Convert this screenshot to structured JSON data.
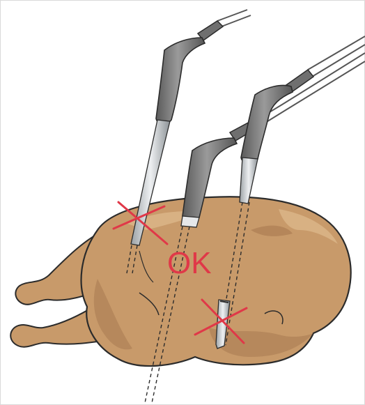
{
  "label_ok": "OK",
  "colors": {
    "turkey_fill": "#c89a6a",
    "turkey_shadow": "#a87a50",
    "turkey_highlight": "#dcb689",
    "outline": "#2b2b2b",
    "probe_handle": "#6f6f6f",
    "probe_handle_light": "#9a9a9a",
    "probe_shaft": "#cfd3d6",
    "mark_red": "#e03848"
  },
  "probes": [
    {
      "name": "probe-left",
      "status": "wrong"
    },
    {
      "name": "probe-middle",
      "status": "ok"
    },
    {
      "name": "probe-right",
      "status": "wrong"
    }
  ]
}
